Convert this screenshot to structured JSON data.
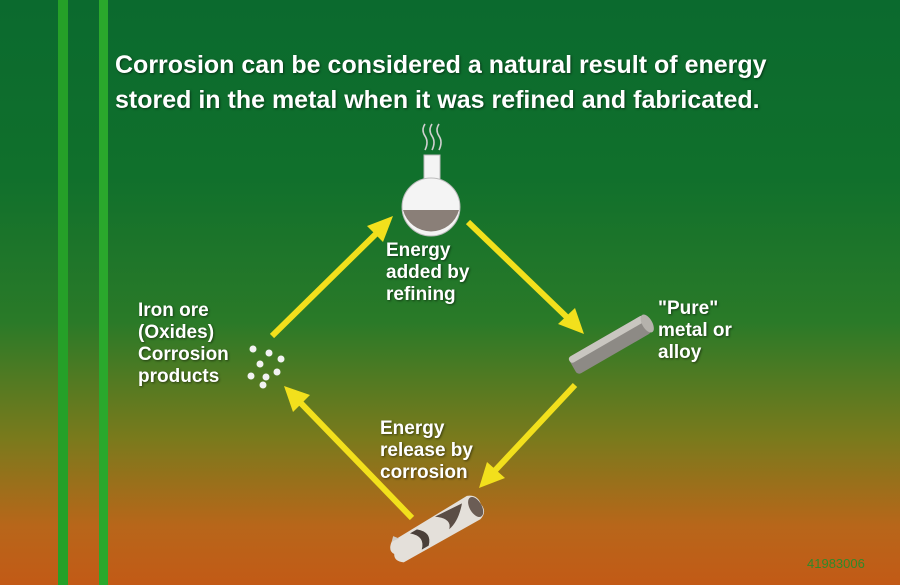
{
  "slide": {
    "title": "Corrosion can be considered a natural result of energy stored in the metal when it was refined and fabricated.",
    "labels": {
      "iron_ore": [
        "Iron ore",
        "(Oxides)",
        "Corrosion",
        "products"
      ],
      "energy_added": [
        "Energy",
        "added by",
        "refining"
      ],
      "pure_metal": [
        "\"Pure\"",
        "metal or",
        "alloy"
      ],
      "energy_release": [
        "Energy",
        "release by",
        "corrosion"
      ]
    },
    "code": "41983006"
  },
  "colors": {
    "arrow": "#f2e01c",
    "stripe": "#2aa02a",
    "text": "#ffffff",
    "code_text": "#2f8a2a"
  },
  "icons": [
    "flask-icon",
    "metal-bar-icon",
    "corroded-pipe-icon",
    "ore-particles-icon"
  ]
}
